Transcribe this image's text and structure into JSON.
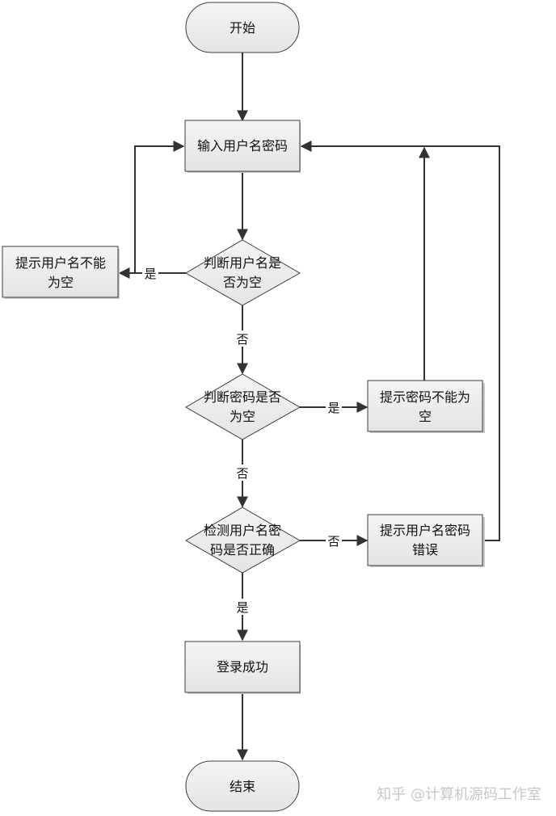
{
  "nodes": {
    "start": "开始",
    "input": "输入用户名密码",
    "check_user_empty": [
      "判断用户名是",
      "否为空"
    ],
    "user_empty_msg": [
      "提示用户名不能",
      "为空"
    ],
    "check_pwd_empty": [
      "判断密码是否",
      "为空"
    ],
    "pwd_empty_msg": [
      "提示密码不能为",
      "空"
    ],
    "check_credentials": [
      "检测用户名密",
      "码是否正确"
    ],
    "credentials_error_msg": [
      "提示用户名密码",
      "错误"
    ],
    "login_success": "登录成功",
    "end": "结束"
  },
  "edge_labels": {
    "user_empty_yes": "是",
    "user_empty_no": "否",
    "pwd_empty_yes": "是",
    "pwd_empty_no": "否",
    "credentials_no": "否",
    "credentials_yes": "是"
  },
  "watermark": "知乎 @计算机源码工作室",
  "colors": {
    "shape_fill": "#ececec",
    "stroke": "#3c3c3c",
    "edge": "#333333"
  }
}
